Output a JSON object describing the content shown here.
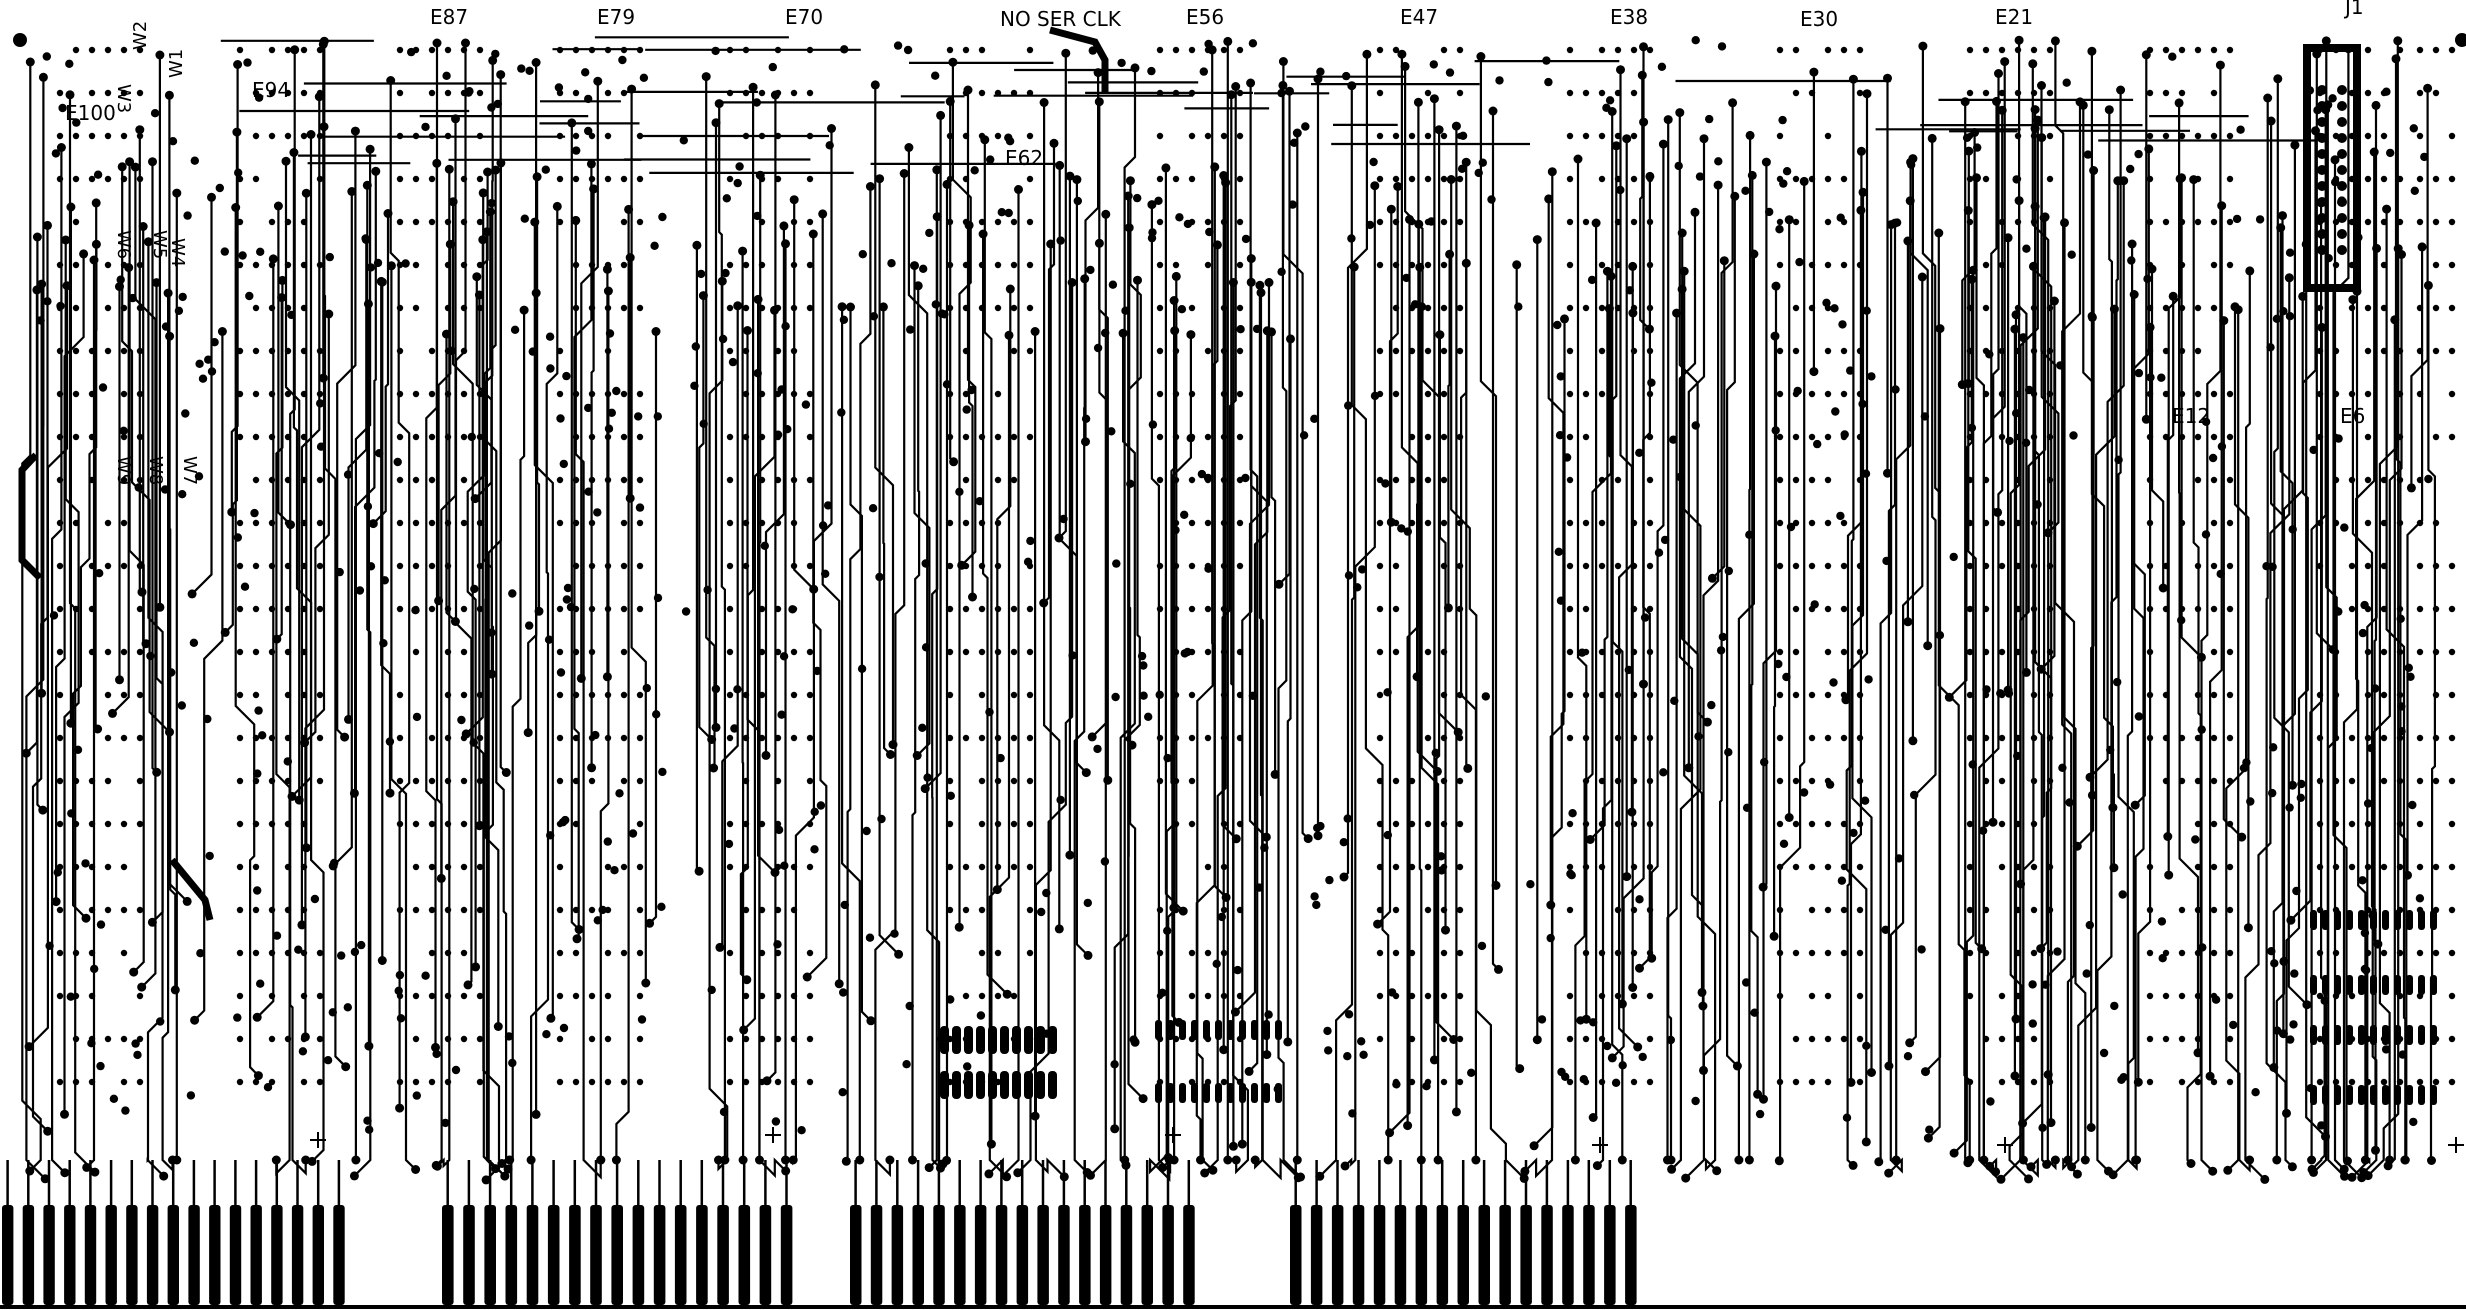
{
  "labels": {
    "e87": "E87",
    "e79": "E79",
    "e70": "E70",
    "no_ser_clk": "NO SER CLK",
    "e56": "E56",
    "e47": "E47",
    "e38": "E38",
    "e30": "E30",
    "e21": "E21",
    "j1": "J1",
    "e94": "E94",
    "e100": "E100",
    "e62": "E62",
    "e12": "E12",
    "e6": "E6",
    "w3": "W3",
    "w2": "W2",
    "w1": "W1",
    "w6": "W6",
    "w5": "W5",
    "w4": "W4",
    "w9": "W9",
    "w8": "W8",
    "w7": "W7"
  },
  "colors": {
    "ink": "#000000",
    "background": "#ffffff"
  },
  "edge_connectors": [
    {
      "group": "left",
      "finger_count": 17
    },
    {
      "group": "center-left",
      "finger_count": 17
    },
    {
      "group": "center",
      "finger_count": 17
    },
    {
      "group": "center-right",
      "finger_count": 17
    }
  ]
}
